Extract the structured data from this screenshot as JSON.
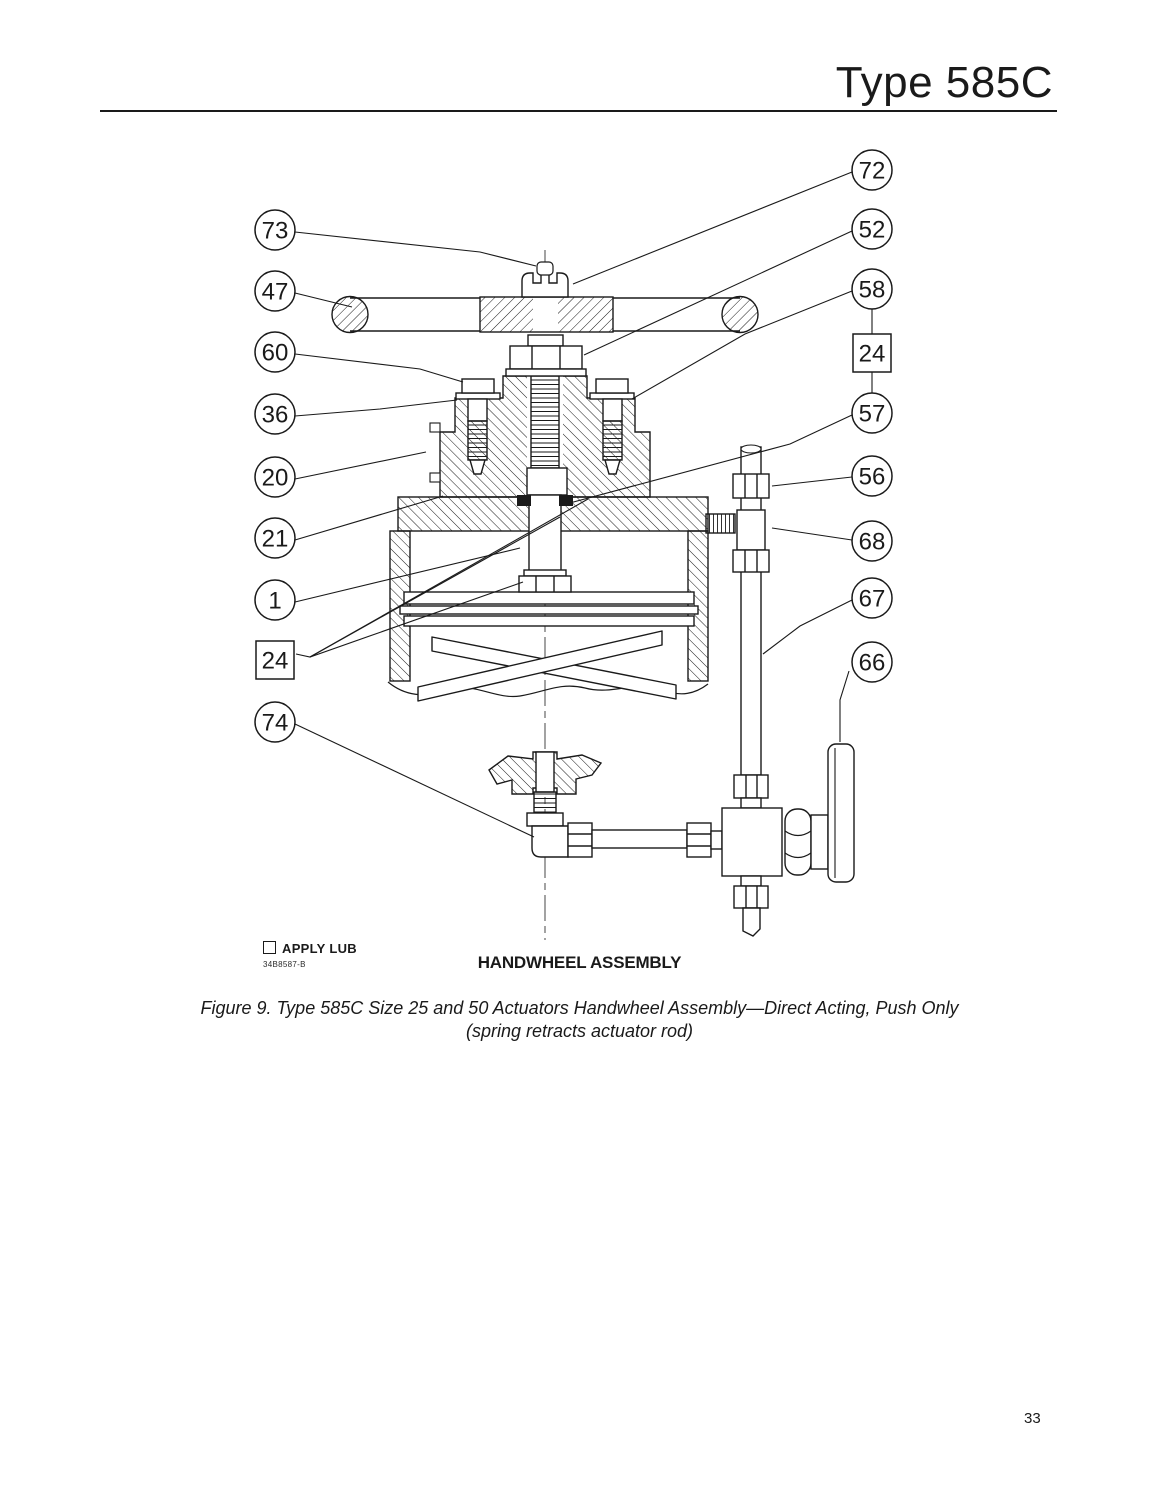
{
  "header": {
    "title": "Type 585C"
  },
  "callouts": {
    "left": [
      {
        "label": "73",
        "shape": "circle"
      },
      {
        "label": "47",
        "shape": "circle"
      },
      {
        "label": "60",
        "shape": "circle"
      },
      {
        "label": "36",
        "shape": "circle"
      },
      {
        "label": "20",
        "shape": "circle"
      },
      {
        "label": "21",
        "shape": "circle"
      },
      {
        "label": "1",
        "shape": "circle"
      },
      {
        "label": "24",
        "shape": "box"
      },
      {
        "label": "74",
        "shape": "circle"
      }
    ],
    "right": [
      {
        "label": "72",
        "shape": "circle"
      },
      {
        "label": "52",
        "shape": "circle"
      },
      {
        "label": "58",
        "shape": "circle"
      },
      {
        "label": "24",
        "shape": "box"
      },
      {
        "label": "57",
        "shape": "circle"
      },
      {
        "label": "56",
        "shape": "circle"
      },
      {
        "label": "68",
        "shape": "circle"
      },
      {
        "label": "67",
        "shape": "circle"
      },
      {
        "label": "66",
        "shape": "circle"
      }
    ]
  },
  "notes": {
    "apply_lub": "APPLY LUB",
    "drawing_number": "34B8587-B"
  },
  "diagram": {
    "title": "HANDWHEEL ASSEMBLY"
  },
  "caption": {
    "line1": "Figure 9. Type 585C Size 25 and 50 Actuators Handwheel Assembly—Direct Acting, Push Only",
    "line2": "(spring retracts actuator rod)"
  },
  "page_number": "33",
  "colors": {
    "ink": "#1a1a1a",
    "paper": "#ffffff"
  }
}
